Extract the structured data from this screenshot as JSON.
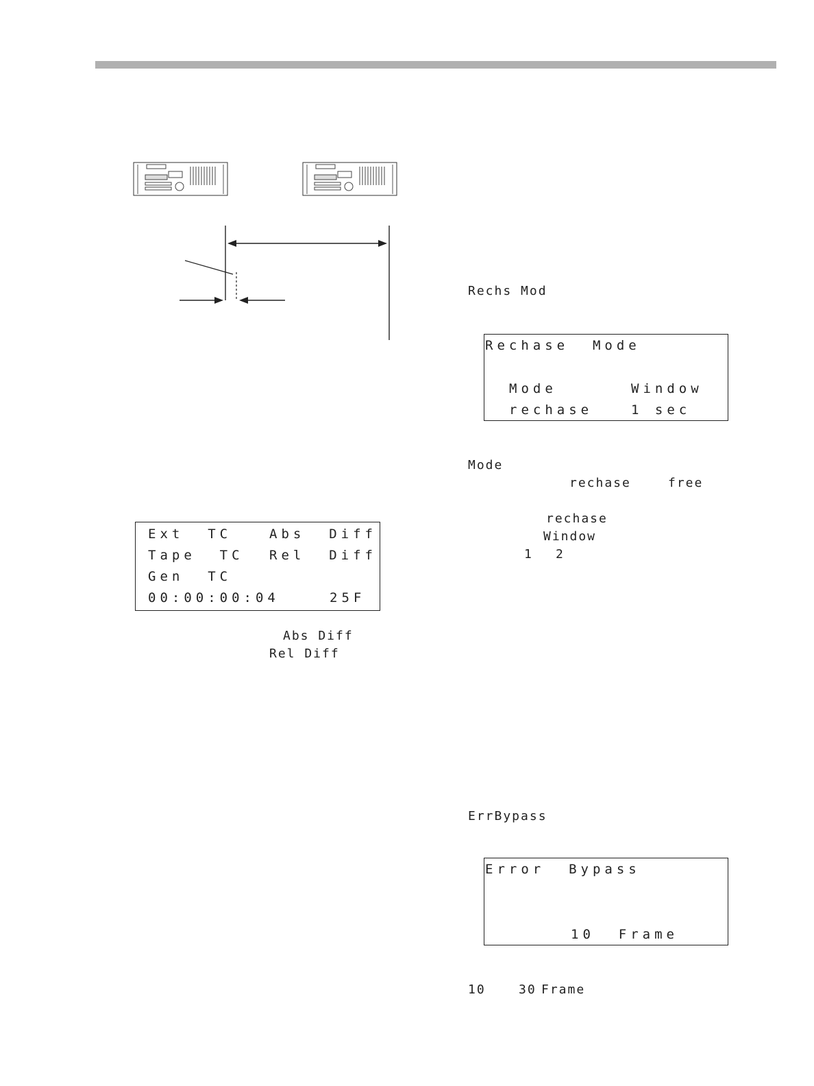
{
  "left_panel": {
    "lines": [
      {
        "left": "Ext  TC",
        "right": "Abs  Diff"
      },
      {
        "left": "Tape  TC",
        "right": "Rel  Diff"
      },
      {
        "left": "Gen  TC",
        "right": ""
      },
      {
        "left": "00:00:00:04",
        "right": "25F"
      }
    ],
    "note_abs": "Abs Diff",
    "note_rel": "Rel Diff"
  },
  "rechase": {
    "menu_label": "Rechs Mod",
    "panel_title": "Rechase  Mode",
    "col1_header": "Mode",
    "col2_header": "Window",
    "col1_value": "rechase",
    "col2_value": "1 sec",
    "text_mode": "Mode",
    "text_opt1": "rechase",
    "text_opt2": "free",
    "text_rechase": "rechase",
    "text_window": "Window",
    "text_1": "1",
    "text_2": "2"
  },
  "bypass": {
    "menu_label": "ErrBypass",
    "panel_title": "Error  Bypass",
    "value": "10  Frame",
    "range_from": "10",
    "range_to": "30",
    "range_unit": "Frame"
  }
}
